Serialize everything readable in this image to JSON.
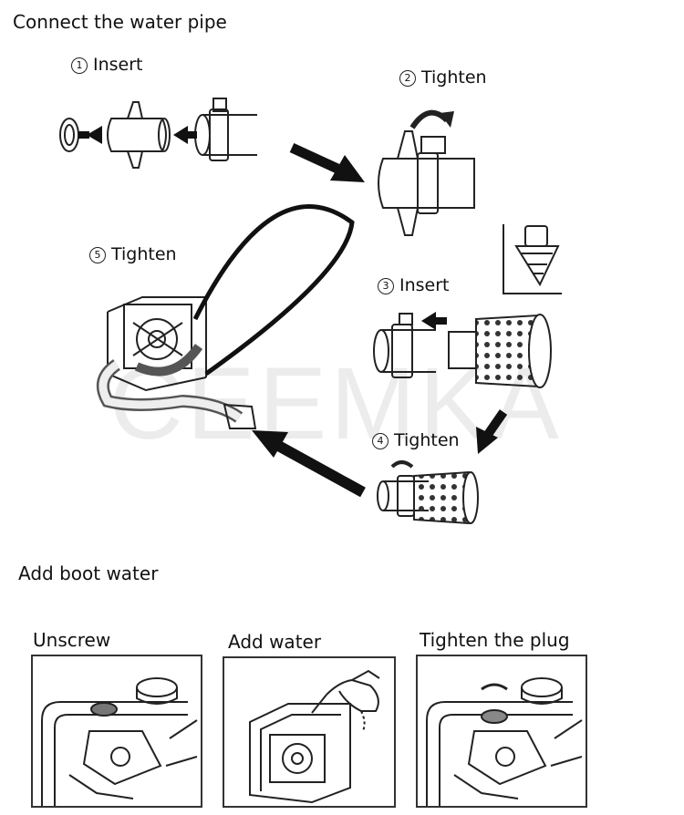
{
  "sections": {
    "connect": {
      "title": "Connect the water pipe"
    },
    "boot": {
      "title": "Add boot water"
    }
  },
  "steps": [
    {
      "num": "1",
      "label": "Insert"
    },
    {
      "num": "2",
      "label": "Tighten"
    },
    {
      "num": "3",
      "label": "Insert"
    },
    {
      "num": "4",
      "label": "Tighten"
    },
    {
      "num": "5",
      "label": "Tighten"
    }
  ],
  "panels": [
    {
      "label": "Unscrew"
    },
    {
      "label": "Add water"
    },
    {
      "label": "Tighten the plug"
    }
  ],
  "watermark": "CEEMKA"
}
